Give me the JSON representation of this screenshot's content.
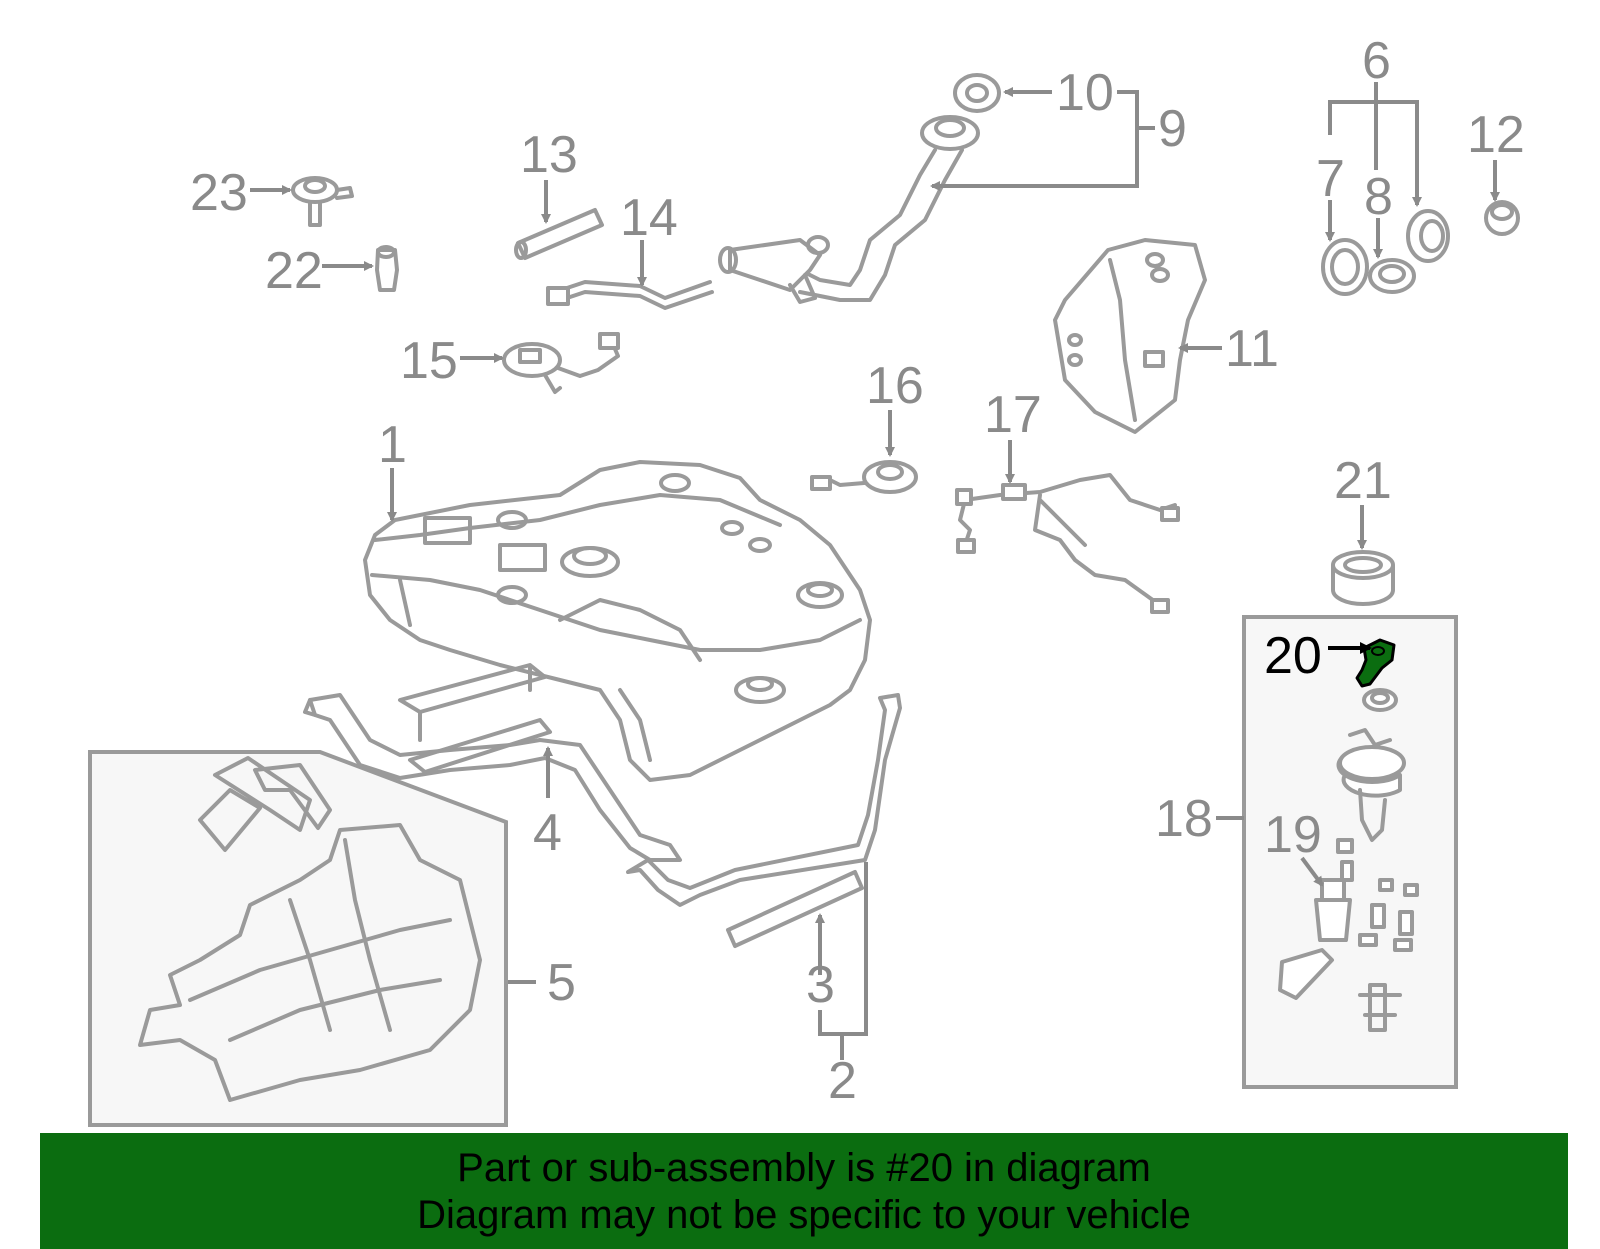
{
  "callouts": {
    "c1": "1",
    "c2": "2",
    "c3": "3",
    "c4": "4",
    "c5": "5",
    "c6": "6",
    "c7": "7",
    "c8": "8",
    "c9": "9",
    "c10": "10",
    "c11": "11",
    "c12": "12",
    "c13": "13",
    "c14": "14",
    "c15": "15",
    "c16": "16",
    "c17": "17",
    "c18": "18",
    "c19": "19",
    "c20": "20",
    "c21": "21",
    "c22": "22",
    "c23": "23"
  },
  "highlight": {
    "part_number": "20",
    "color": "#0b6d10"
  },
  "banner": {
    "line1": "Part or sub-assembly is #20 in diagram",
    "line2": "Diagram may not be specific to your vehicle",
    "background": "#0b6d10"
  }
}
